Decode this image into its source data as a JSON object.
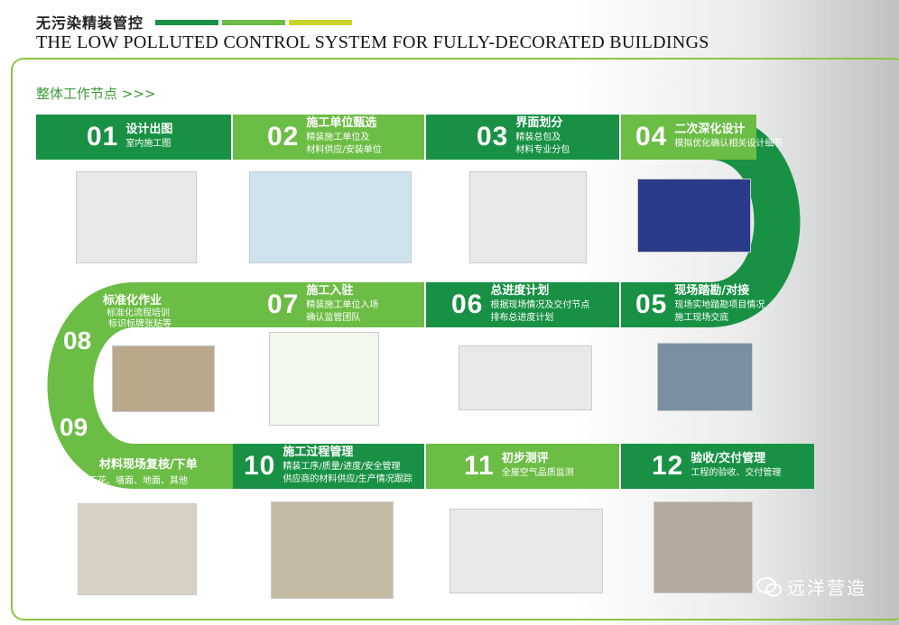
{
  "header": {
    "title_cn": "无污染精装管控",
    "title_en": "THE LOW POLLUTED CONTROL SYSTEM FOR FULLY-DECORATED BUILDINGS",
    "bar_colors": [
      "#189144",
      "#6cbd45",
      "#c9d42b"
    ]
  },
  "section_title": "整体工作节点 >>>",
  "steps": [
    {
      "num": "01",
      "title": "设计出图",
      "desc1": "室内施工图",
      "desc2": ""
    },
    {
      "num": "02",
      "title": "施工单位甄选",
      "desc1": "精装施工单位及",
      "desc2": "材料供应/安装单位"
    },
    {
      "num": "03",
      "title": "界面划分",
      "desc1": "精装总包及",
      "desc2": "材料专业分包"
    },
    {
      "num": "04",
      "title": "二次深化设计",
      "desc1": "模拟优化确认相关设计细节",
      "desc2": ""
    },
    {
      "num": "05",
      "title": "现场踏勘/对接",
      "desc1": "现场实地踏勘项目情况",
      "desc2": "施工现场交底"
    },
    {
      "num": "06",
      "title": "总进度计划",
      "desc1": "根据现场情况及交付节点",
      "desc2": "排布总进度计划"
    },
    {
      "num": "07",
      "title": "施工入驻",
      "desc1": "精装施工单位入场",
      "desc2": "确认监管团队"
    },
    {
      "num": "08",
      "title": "标准化作业",
      "desc1": "标准化流程培训",
      "desc2": "标识标牌张贴等"
    },
    {
      "num": "09",
      "title": "材料现场复核/下单",
      "desc1": "天花、墙面、地面、其他",
      "desc2": ""
    },
    {
      "num": "10",
      "title": "施工过程管理",
      "desc1": "精装工序/质量/进度/安全管理",
      "desc2": "供应商的材料供应/生产情况跟踪"
    },
    {
      "num": "11",
      "title": "初步测评",
      "desc1": "全屋空气品质监测",
      "desc2": ""
    },
    {
      "num": "12",
      "title": "验收/交付管理",
      "desc1": "工程的验收、交付管理",
      "desc2": ""
    }
  ],
  "logo_text": "远洋营造",
  "colors": {
    "dark_green": "#189144",
    "light_green": "#6cbd45",
    "lime": "#c9d42b"
  }
}
